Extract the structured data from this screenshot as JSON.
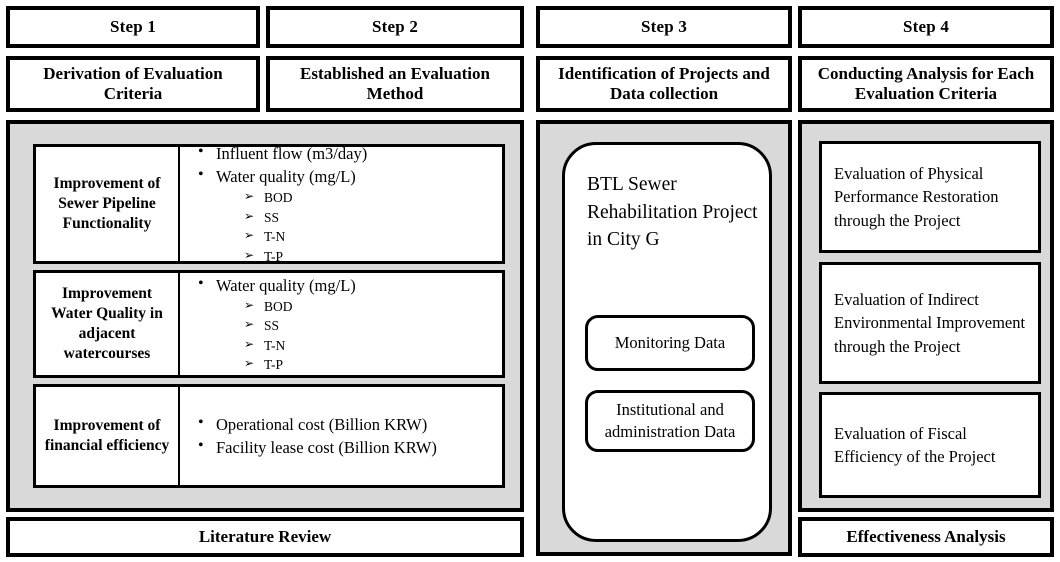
{
  "diagram": {
    "title": "Four-step evaluation framework for BTL sewer rehabilitation project",
    "accent_gray": "#d9d9d9",
    "line_color": "#000000",
    "background": "#ffffff"
  },
  "columns": [
    {
      "step_label": "Step 1",
      "step_title": "Derivation of Evaluation Criteria",
      "footer": "Literature Review"
    },
    {
      "step_label": "Step 2",
      "step_title": "Established an Evaluation Method",
      "footer": ""
    },
    {
      "step_label": "Step 3",
      "step_title": "Identification of Projects and Data collection",
      "footer": ""
    },
    {
      "step_label": "Step 4",
      "step_title": "Conducting Analysis for Each Evaluation Criteria",
      "footer": "Effectiveness Analysis"
    }
  ],
  "criteria_rows": [
    {
      "name": "Improvement of Sewer Pipeline Functionality",
      "bullets": [
        {
          "text": "Influent flow (m3/day)",
          "sub": []
        },
        {
          "text": "Water quality (mg/L)",
          "sub": [
            "BOD",
            "SS",
            "T-N",
            "T-P"
          ]
        }
      ]
    },
    {
      "name": "Improvement Water Quality in adjacent watercourses",
      "bullets": [
        {
          "text": "Water quality (mg/L)",
          "sub": [
            "BOD",
            "SS",
            "T-N",
            "T-P"
          ]
        }
      ]
    },
    {
      "name": "Improvement of financial efficiency",
      "bullets": [
        {
          "text": "Operational cost (Billion KRW)",
          "sub": []
        },
        {
          "text": "Facility lease cost (Billion KRW)",
          "sub": []
        }
      ]
    }
  ],
  "project": {
    "title": "BTL Sewer Rehabilitation Project in City G",
    "data_sources": [
      "Monitoring Data",
      "Institutional and administration Data"
    ]
  },
  "evaluations": [
    "Evaluation of Physical Performance Restoration through the Project",
    "Evaluation of Indirect Environmental Improvement through the Project",
    "Evaluation of Fiscal Efficiency of the Project"
  ],
  "footers": {
    "left": "Literature Review",
    "right": "Effectiveness Analysis"
  }
}
